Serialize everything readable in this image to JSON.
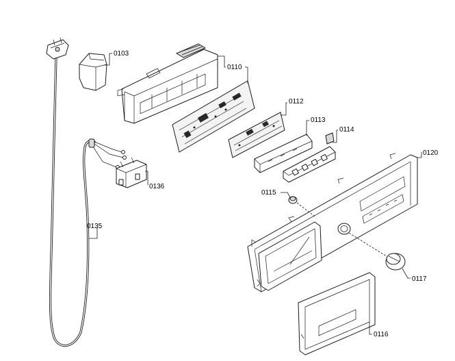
{
  "diagram": {
    "callouts": [
      {
        "id": "c0103",
        "label": "0103"
      },
      {
        "id": "c0110",
        "label": "0110"
      },
      {
        "id": "c0112",
        "label": "0112"
      },
      {
        "id": "c0113",
        "label": "0113"
      },
      {
        "id": "c0114",
        "label": "0114"
      },
      {
        "id": "c0120",
        "label": "0120"
      },
      {
        "id": "c0115",
        "label": "0115"
      },
      {
        "id": "c0136",
        "label": "0136"
      },
      {
        "id": "c0135",
        "label": "0135"
      },
      {
        "id": "c0117",
        "label": "0117"
      },
      {
        "id": "c0116",
        "label": "0116"
      }
    ]
  }
}
